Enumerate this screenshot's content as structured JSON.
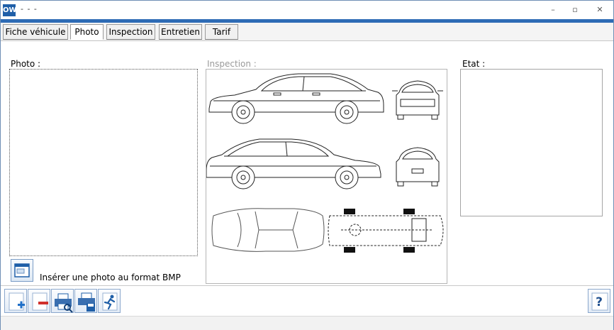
{
  "window": {
    "app_icon_text": "OW",
    "title": "- - -",
    "controls": {
      "minimize": "–",
      "maximize": "▫",
      "close": "✕"
    }
  },
  "tabs": [
    {
      "label": "Fiche véhicule"
    },
    {
      "label": "Photo"
    },
    {
      "label": "Inspection"
    },
    {
      "label": "Entretien"
    },
    {
      "label": "Tarif"
    }
  ],
  "active_tab": "Photo",
  "sections": {
    "photo_label": "Photo :",
    "inspection_label": "Inspection :",
    "etat_label": "Etat :"
  },
  "insert": {
    "label": "Insérer une photo au format BMP",
    "icon": "window-image-icon"
  },
  "toolbar": {
    "buttons": [
      {
        "icon": "add-icon"
      },
      {
        "icon": "remove-icon"
      },
      {
        "icon": "print-preview-icon"
      },
      {
        "icon": "print-save-icon"
      },
      {
        "icon": "exit-runner-icon"
      }
    ],
    "help_label": "?"
  },
  "colors": {
    "accent_blue": "#2e6bb5",
    "app_icon_bg": "#1f5fa8",
    "remove_red": "#d0312d",
    "add_blue": "#1f6fc8",
    "inspection_label_gray": "#9a9a9a"
  }
}
